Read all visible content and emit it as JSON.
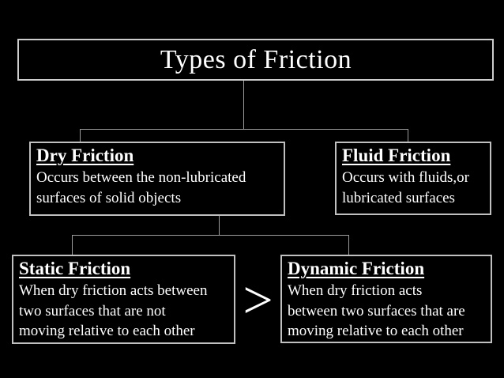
{
  "title": "Types of Friction",
  "comparison": {
    "symbol": ">"
  },
  "boxes": {
    "dry": {
      "heading": "Dry Friction",
      "line1": "Occurs between the non-lubricated",
      "line2": "surfaces of solid objects"
    },
    "fluid": {
      "heading": "Fluid Friction",
      "line1": "Occurs with fluids,or",
      "line2": "lubricated surfaces"
    },
    "static": {
      "heading": "Static Friction",
      "line1": "When dry friction acts between",
      "line2": "two surfaces that are not",
      "line3": "moving relative to each other"
    },
    "dynamic": {
      "heading": "Dynamic Friction",
      "line1": "When dry friction acts",
      "line2": "between two surfaces that are",
      "line3": "moving relative to each other"
    }
  },
  "colors": {
    "background": "#000000",
    "text": "#ffffff",
    "box_border": "#c0c0c0",
    "connector": "#9c9c9c"
  }
}
